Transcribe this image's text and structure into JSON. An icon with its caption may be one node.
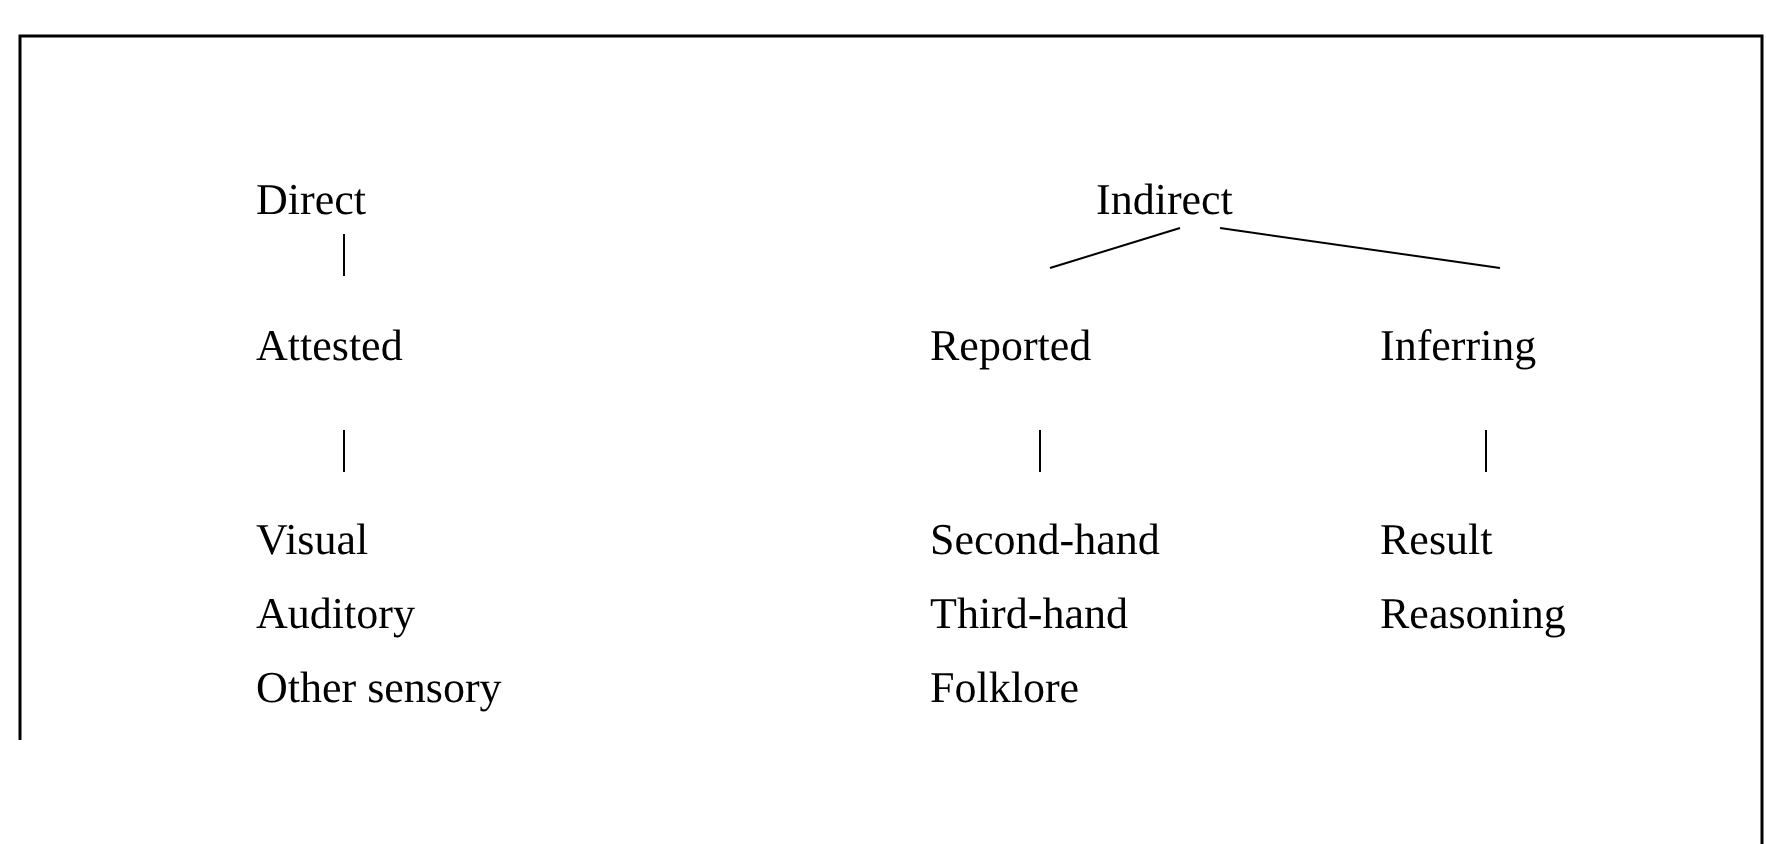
{
  "diagram": {
    "nodes": [
      {
        "text": [
          "Direct"
        ]
      },
      {
        "text": [
          "Attested"
        ]
      },
      {
        "text": [
          "Visual",
          "Auditory",
          "Other sensory"
        ]
      },
      {
        "text": [
          "Indirect"
        ]
      },
      {
        "text": [
          "Reported"
        ]
      },
      {
        "text": [
          "Inferring"
        ]
      },
      {
        "text": [
          "Second-hand",
          "Third-hand",
          "Folklore"
        ]
      },
      {
        "text": [
          "Result",
          "Reasoning"
        ]
      }
    ],
    "edges": [
      {
        "from": 0,
        "to": 1,
        "arrow": "none"
      },
      {
        "from": 1,
        "to": 2,
        "arrow": "none"
      },
      {
        "from": 3,
        "to": 4,
        "arrow": "none"
      },
      {
        "from": 3,
        "to": 5,
        "arrow": "none"
      },
      {
        "from": 4,
        "to": 6,
        "arrow": "none"
      },
      {
        "from": 5,
        "to": 7,
        "arrow": "none"
      }
    ]
  }
}
